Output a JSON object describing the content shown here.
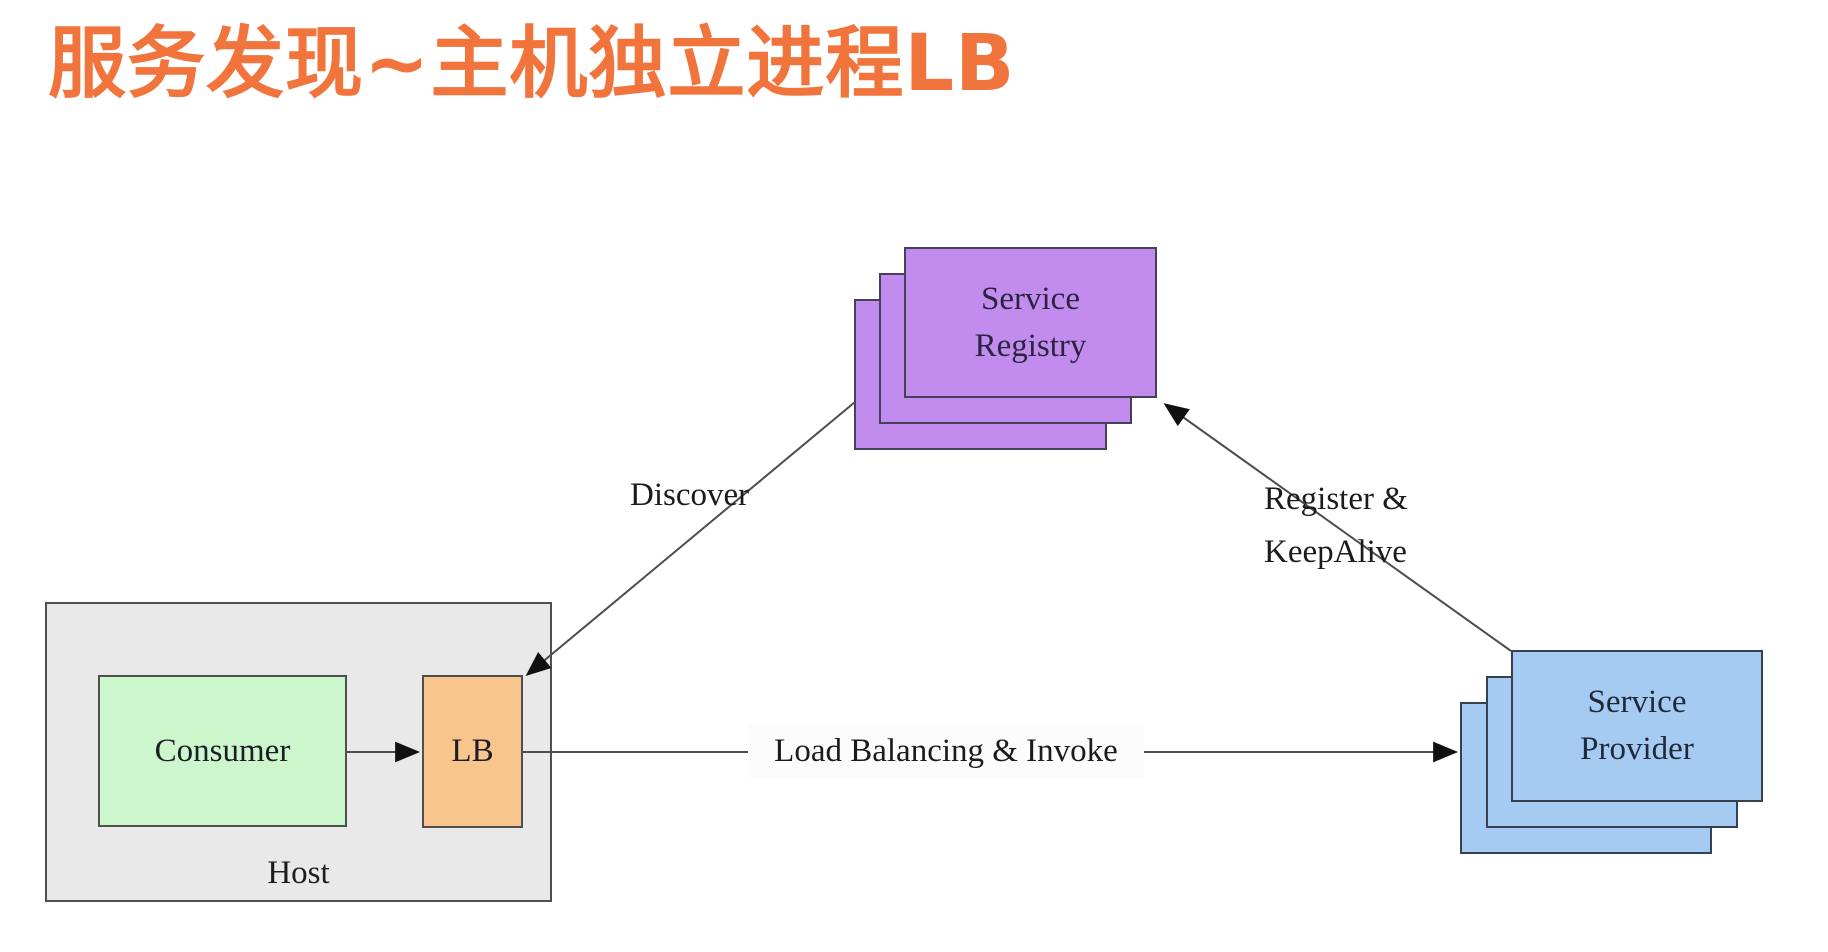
{
  "title": "服务发现~主机独立进程LB",
  "colors": {
    "title": "#F1743C",
    "registry_fill": "#C18CEE",
    "provider_fill": "#A6CBF2",
    "consumer_fill": "#CCF6CB",
    "lb_fill": "#F8C58C",
    "host_fill": "#E9E9E9",
    "line": "#4D4D4D"
  },
  "nodes": {
    "service_registry": {
      "line1": "Service",
      "line2": "Registry",
      "stack_count": 3
    },
    "service_provider": {
      "line1": "Service",
      "line2": "Provider",
      "stack_count": 3
    },
    "host": {
      "label": "Host"
    },
    "consumer": {
      "label": "Consumer"
    },
    "lb": {
      "label": "LB"
    }
  },
  "edges": {
    "discover": {
      "label": "Discover",
      "from": "Service Registry",
      "to": "LB"
    },
    "register_keepalive": {
      "line1": "Register &",
      "line2": "KeepAlive",
      "from": "Service Provider",
      "to": "Service Registry"
    },
    "load_balancing_invoke": {
      "label": "Load Balancing & Invoke",
      "from": "LB",
      "to": "Service Provider"
    },
    "consumer_to_lb": {
      "label": "",
      "from": "Consumer",
      "to": "LB"
    }
  }
}
